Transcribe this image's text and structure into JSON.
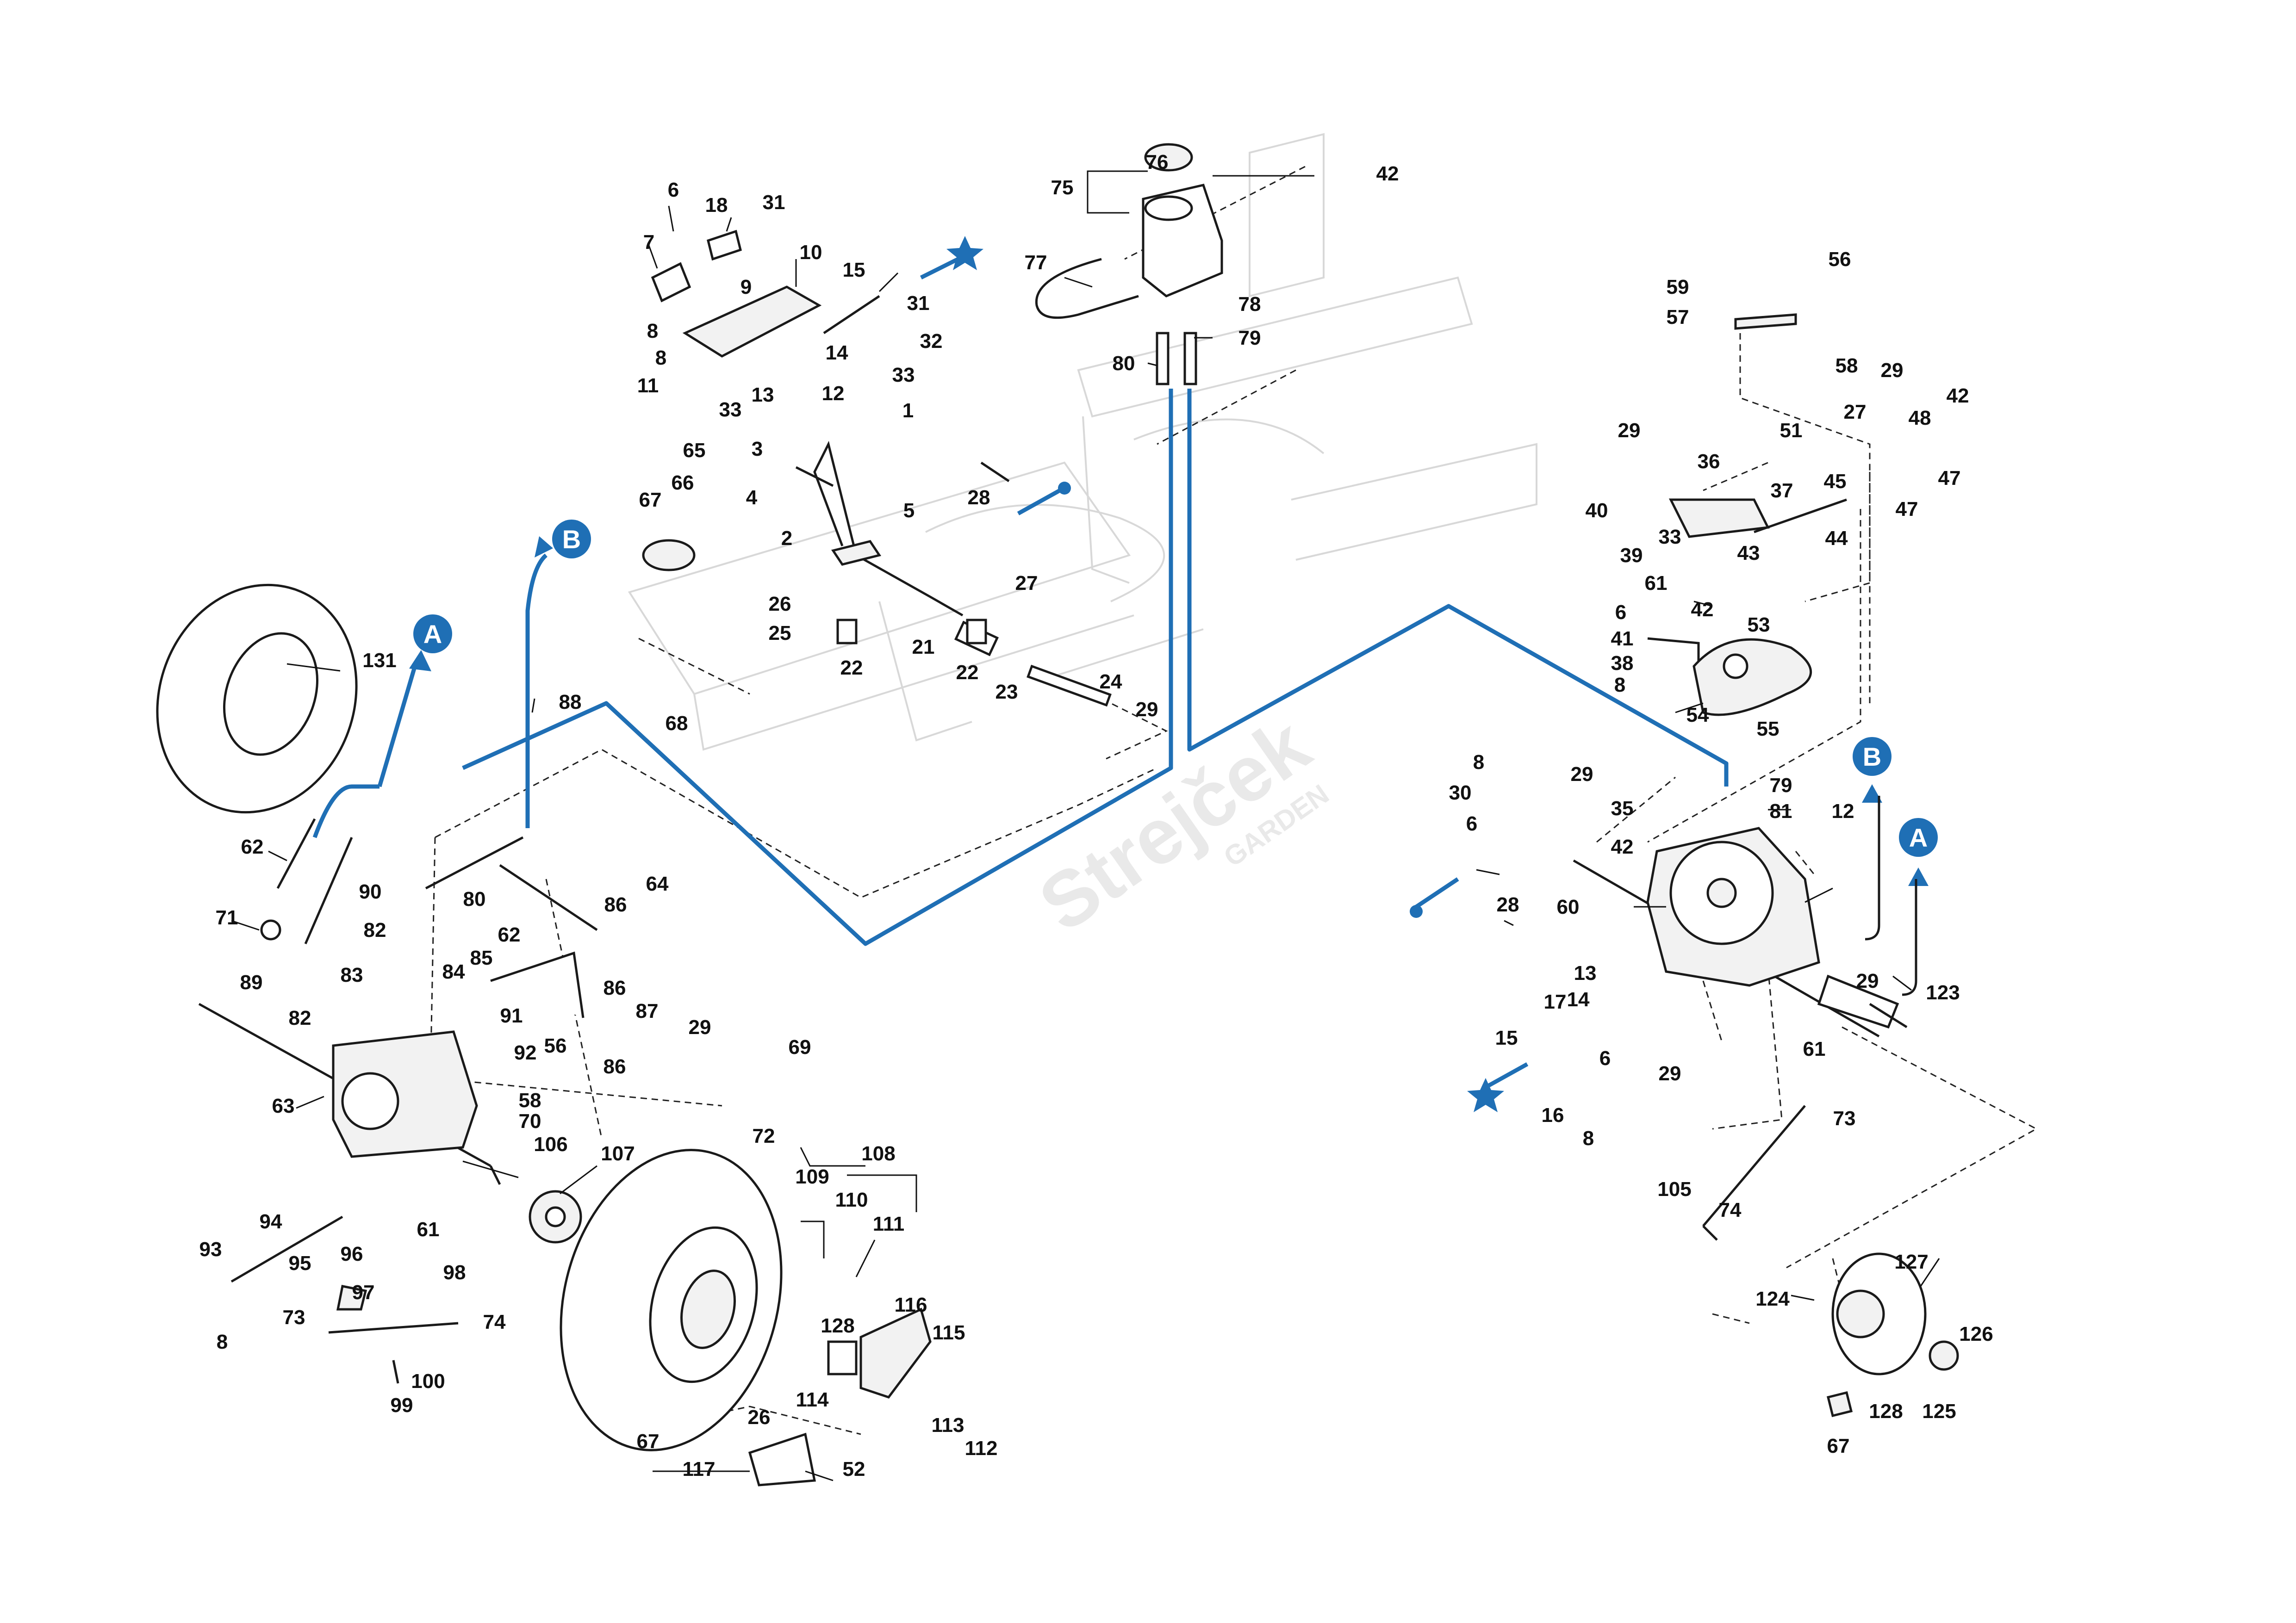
{
  "colors": {
    "accent": "#1f6fb5",
    "line": "#1a1a1a",
    "ghost": "#d8d8d8"
  },
  "watermark": {
    "brand": "Strejček",
    "sub": "GARDEN"
  },
  "badges": {
    "a": "A",
    "b": "B"
  },
  "labels": {
    "l1": "1",
    "l2": "2",
    "l3": "3",
    "l4": "4",
    "l5": "5",
    "l6": "6",
    "l7": "7",
    "l8": "8",
    "l9": "9",
    "l10": "10",
    "l11": "11",
    "l12": "12",
    "l13": "13",
    "l14": "14",
    "l15": "15",
    "l16": "16",
    "l17": "17",
    "l18": "18",
    "l21": "21",
    "l22": "22",
    "l23": "23",
    "l24": "24",
    "l25": "25",
    "l26": "26",
    "l27": "27",
    "l28": "28",
    "l29": "29",
    "l30": "30",
    "l31": "31",
    "l32": "32",
    "l33": "33",
    "l35": "35",
    "l36": "36",
    "l37": "37",
    "l38": "38",
    "l39": "39",
    "l40": "40",
    "l41": "41",
    "l42": "42",
    "l43": "43",
    "l44": "44",
    "l45": "45",
    "l47": "47",
    "l48": "48",
    "l51": "51",
    "l52": "52",
    "l53": "53",
    "l54": "54",
    "l55": "55",
    "l56": "56",
    "l57": "57",
    "l58": "58",
    "l59": "59",
    "l60": "60",
    "l61": "61",
    "l62": "62",
    "l63": "63",
    "l64": "64",
    "l65": "65",
    "l66": "66",
    "l67": "67",
    "l68": "68",
    "l69": "69",
    "l70": "70",
    "l71": "71",
    "l72": "72",
    "l73": "73",
    "l74": "74",
    "l75": "75",
    "l76": "76",
    "l77": "77",
    "l78": "78",
    "l79": "79",
    "l80": "80",
    "l81": "81",
    "l82": "82",
    "l83": "83",
    "l84": "84",
    "l85": "85",
    "l86": "86",
    "l87": "87",
    "l88": "88",
    "l89": "89",
    "l90": "90",
    "l91": "91",
    "l92": "92",
    "l93": "93",
    "l94": "94",
    "l95": "95",
    "l96": "96",
    "l97": "97",
    "l98": "98",
    "l99": "99",
    "l100": "100",
    "l105": "105",
    "l106": "106",
    "l107": "107",
    "l108": "108",
    "l109": "109",
    "l110": "110",
    "l111": "111",
    "l112": "112",
    "l113": "113",
    "l114": "114",
    "l115": "115",
    "l116": "116",
    "l117": "117",
    "l123": "123",
    "l124": "124",
    "l125": "125",
    "l126": "126",
    "l127": "127",
    "l128": "128",
    "l131": "131"
  }
}
